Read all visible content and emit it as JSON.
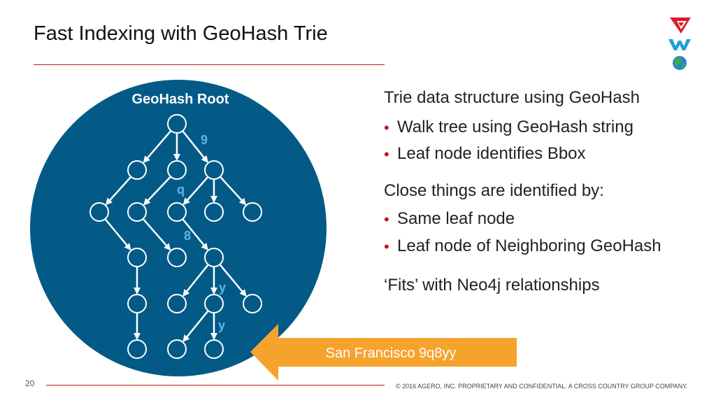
{
  "slide": {
    "title": "Fast Indexing with GeoHash Trie",
    "page_number": "20",
    "footer": "© 2016 AGERO, INC. PROPRIETARY AND CONFIDENTIAL. A CROSS COUNTRY GROUP COMPANY."
  },
  "diagram": {
    "root_label": "GeoHash Root",
    "edge_labels": [
      "9",
      "q",
      "8",
      "y",
      "y"
    ],
    "callout": "San Francisco 9q8yy",
    "colors": {
      "circle": "#035a87",
      "edge_label": "#5fb4e8",
      "callout": "#f6a32e",
      "node_stroke": "#ffffff"
    }
  },
  "text_panel": {
    "heading1": "Trie data structure using GeoHash",
    "bullets1": [
      "Walk tree using GeoHash string",
      "Leaf node identifies Bbox"
    ],
    "heading2": "Close things are identified by:",
    "bullets2": [
      "Same leaf node",
      "Leaf node of Neighboring GeoHash"
    ],
    "closing": "‘Fits’ with Neo4j relationships"
  },
  "logos": [
    "red-triangle-logo",
    "blue-w-logo",
    "globe-logo"
  ]
}
